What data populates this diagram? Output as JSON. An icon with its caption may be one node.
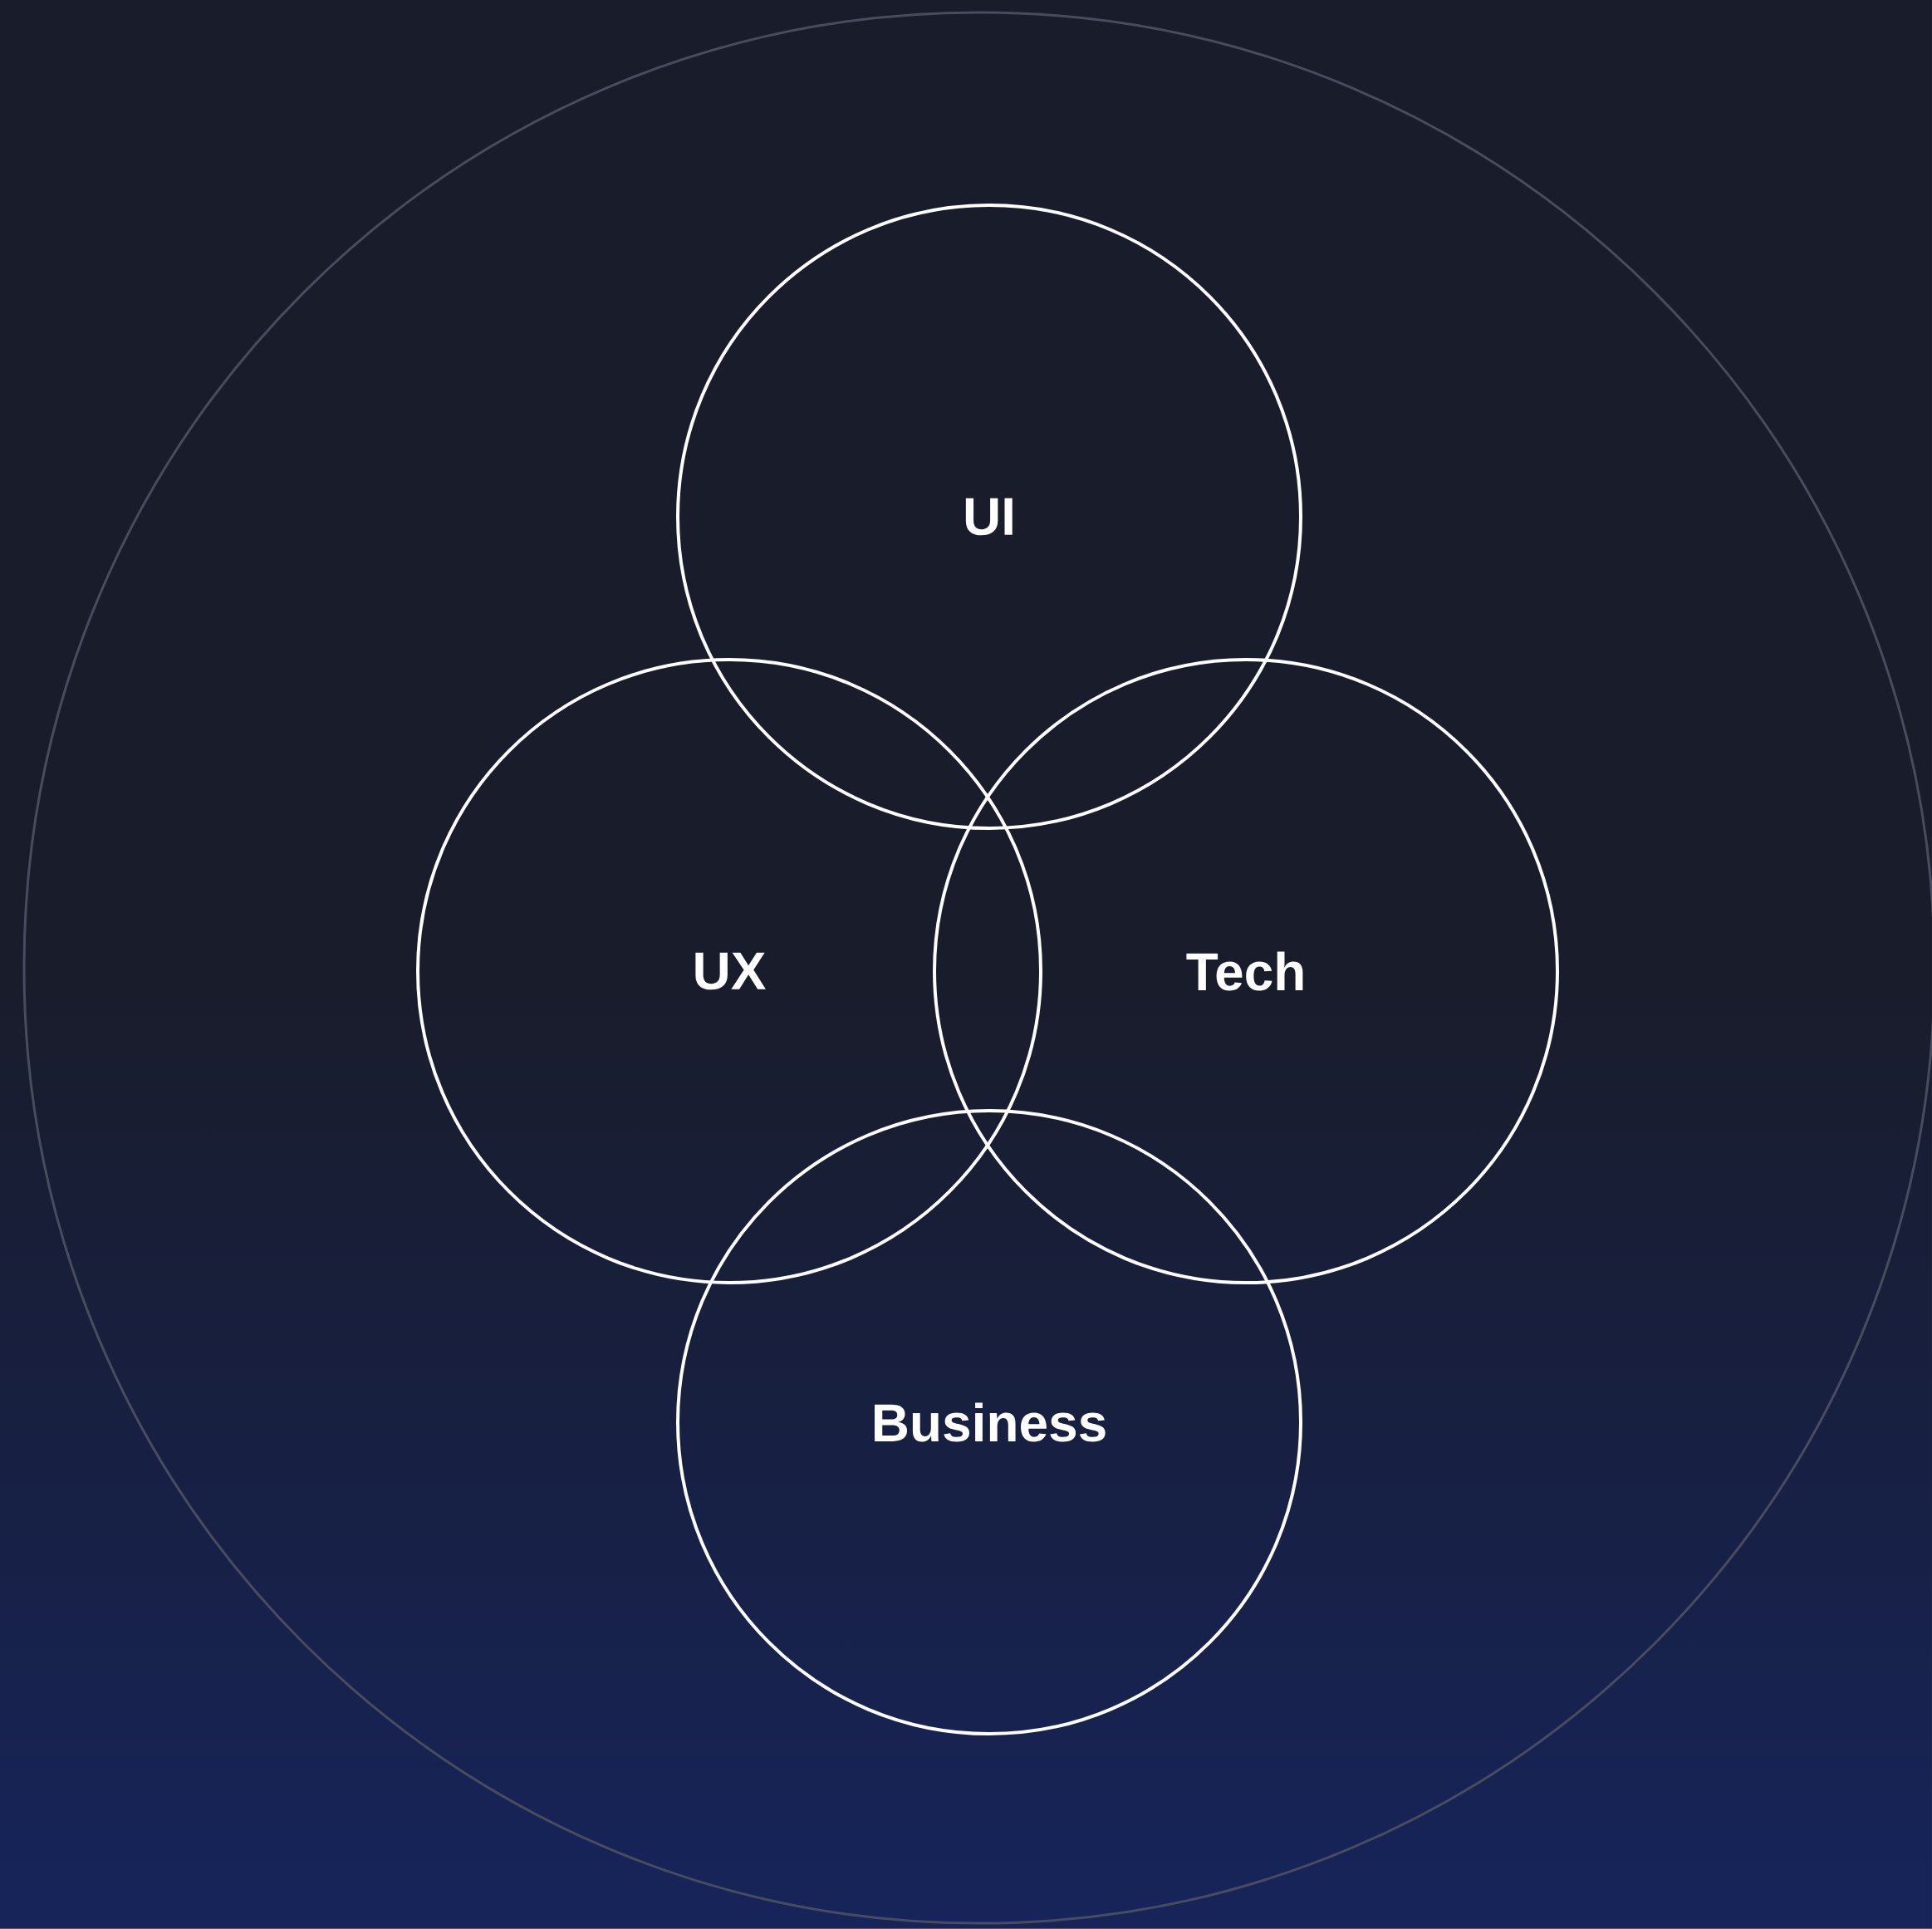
{
  "diagram": {
    "nodes": [
      {
        "text": [],
        "shape": "circle"
      },
      {
        "text": [
          "UI"
        ],
        "in": 0
      },
      {
        "text": [
          "UX"
        ],
        "in": 0
      },
      {
        "text": [
          "Tech"
        ],
        "in": 0
      },
      {
        "text": [
          "Business"
        ],
        "in": 0
      }
    ]
  }
}
